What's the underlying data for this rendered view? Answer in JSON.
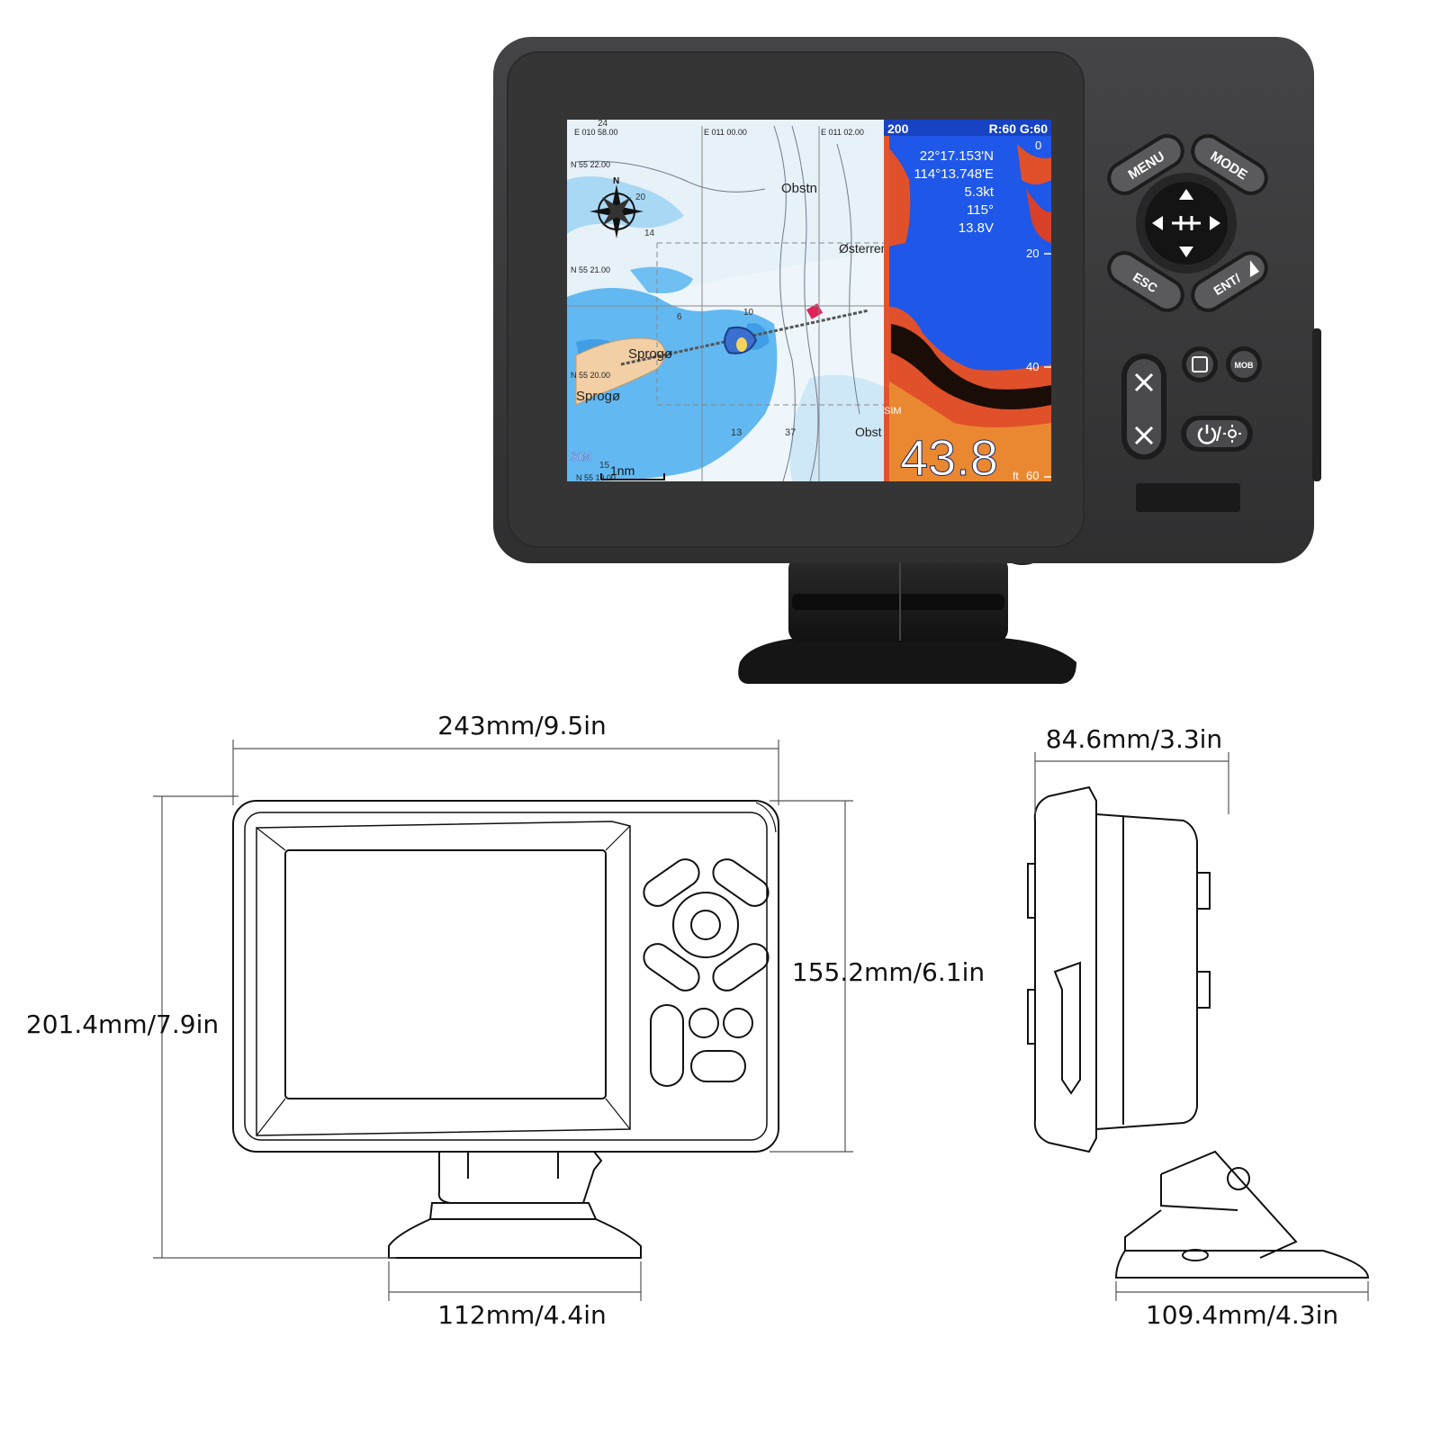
{
  "device": {
    "buttons": {
      "menu": "MENU",
      "mode": "MODE",
      "esc": "ESC",
      "ent": "ENT/",
      "mob": "MOB"
    },
    "colors": {
      "bezel": "#3a3a3b",
      "sonar_bg": "#1f57e8",
      "sonar_echo": "#e0502a",
      "chart_land": "#f2cfa4",
      "chart_shallow": "#5fb6f0",
      "chart_deep": "#e9f3f9"
    },
    "chart": {
      "lon_labels": [
        "E 010 58.00",
        "E 011 00.00",
        "E 011 02.00"
      ],
      "lat_labels": [
        "N 55 22.00",
        "N 55 21.00",
        "N 55 20.00",
        "N 55 19.00"
      ],
      "place_names": [
        "Obstn",
        "Østerren",
        "Sprogø",
        "Sprogø",
        "Obst"
      ],
      "depths": [
        "24",
        "20",
        "14",
        "10",
        "6",
        "13",
        "37",
        "15"
      ],
      "compass_n": "N",
      "mode_label": "SIM",
      "scale_label": "1nm"
    },
    "sonar": {
      "frequency": "200",
      "gain": "R:60 G:60",
      "latitude": "22°17.153'N",
      "longitude": "114°13.748'E",
      "speed": "5.3kt",
      "heading": "115°",
      "voltage": "13.8V",
      "depth_ticks": [
        "0",
        "20",
        "40",
        "60"
      ],
      "depth": "43.8",
      "depth_unit": "ft",
      "sim_label": "SIM"
    }
  },
  "dimensions": {
    "front_width": "243mm/9.5in",
    "front_height_total": "201.4mm/7.9in",
    "front_height_body": "155.2mm/6.1in",
    "base_width": "112mm/4.4in",
    "side_depth_top": "84.6mm/3.3in",
    "side_depth_base": "109.4mm/4.3in"
  }
}
